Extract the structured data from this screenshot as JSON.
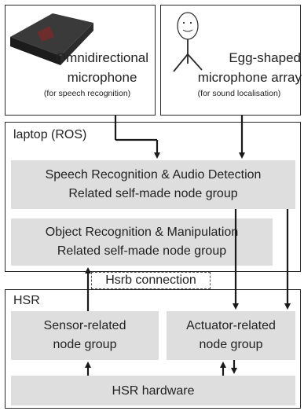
{
  "omni_box": {
    "title_line1": "Omnidirectional",
    "title_line2": "microphone",
    "subtitle": "(for speech recognition)"
  },
  "egg_box": {
    "title_line1": "Egg-shaped",
    "title_line2": "microphone array",
    "subtitle": "(for sound localisation)"
  },
  "laptop": {
    "label": "laptop (ROS)",
    "speech_group_line1": "Speech Recognition & Audio Detection",
    "speech_group_line2": "Related self-made node group",
    "object_group_line1": "Object Recognition & Manipulation",
    "object_group_line2": "Related self-made node group"
  },
  "connection_label": "Hsrb connection",
  "hsr": {
    "label": "HSR",
    "sensor_group_line1": "Sensor-related",
    "sensor_group_line2": "node group",
    "actuator_group_line1": "Actuator-related",
    "actuator_group_line2": "node group",
    "hardware_label": "HSR hardware"
  },
  "colors": {
    "gray_box": "#dedede",
    "outline": "#2a2a2a",
    "text": "#222222"
  }
}
